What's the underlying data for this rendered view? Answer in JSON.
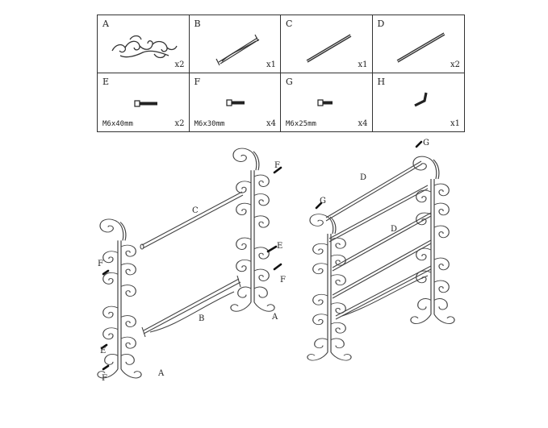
{
  "parts": [
    {
      "letter": "A",
      "qty": "x2",
      "size": "",
      "icon": "scroll-side-frame-icon"
    },
    {
      "letter": "B",
      "qty": "x1",
      "size": "",
      "icon": "bottom-brace-icon"
    },
    {
      "letter": "C",
      "qty": "x1",
      "size": "",
      "icon": "rod-icon"
    },
    {
      "letter": "D",
      "qty": "x2",
      "size": "",
      "icon": "rod-icon"
    },
    {
      "letter": "E",
      "qty": "x2",
      "size": "M6x40mm",
      "icon": "bolt-icon"
    },
    {
      "letter": "F",
      "qty": "x4",
      "size": "M6x30mm",
      "icon": "bolt-icon"
    },
    {
      "letter": "G",
      "qty": "x4",
      "size": "M6x25mm",
      "icon": "bolt-icon"
    },
    {
      "letter": "H",
      "qty": "x1",
      "size": "",
      "icon": "allen-key-icon"
    }
  ],
  "diagram_left": {
    "label_c": "C",
    "label_b": "B",
    "label_a_right": "A",
    "label_a_left": "A",
    "label_f_top": "F",
    "label_e": "E",
    "label_f_right": "F",
    "label_f_left": "F",
    "label_e_left": "E",
    "label_f_bottom": "F"
  },
  "diagram_right": {
    "label_g_top": "G",
    "label_g_left": "G",
    "label_d_top": "D",
    "label_d_mid": "D"
  }
}
